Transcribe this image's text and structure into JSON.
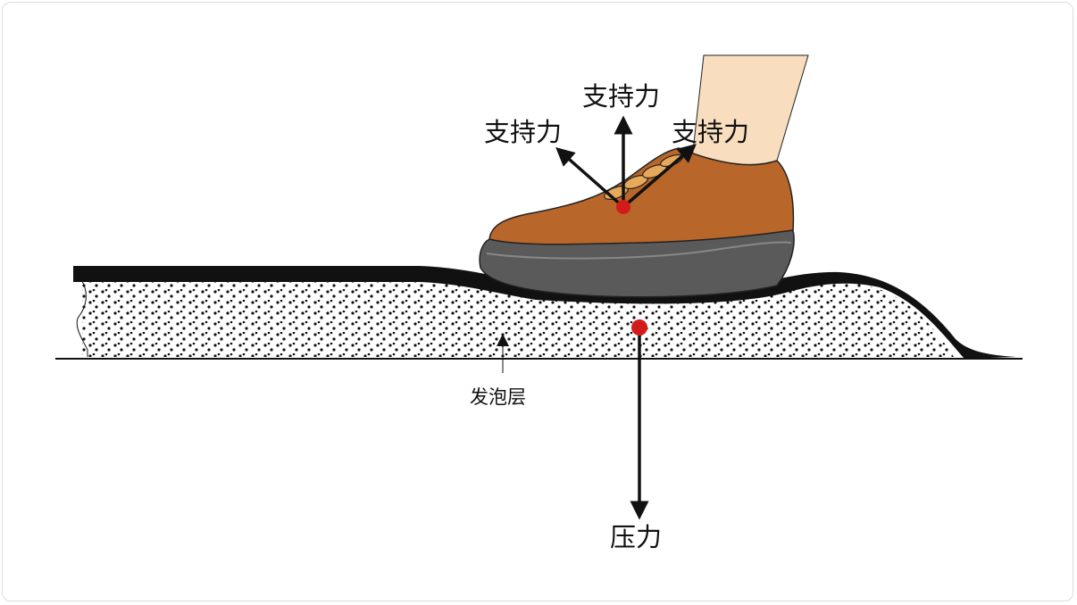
{
  "labels": {
    "support_top": "支持力",
    "support_left": "支持力",
    "support_right": "支持力",
    "pressure": "压力",
    "foam_layer": "发泡层"
  },
  "colors": {
    "shoe_upper": "#b8662a",
    "shoe_sole": "#5a5a5a",
    "skin": "#f8ddbf",
    "force_point": "#d21c1c",
    "arrows": "#111111",
    "foam_dots": "#111111",
    "surface": "#111111"
  }
}
